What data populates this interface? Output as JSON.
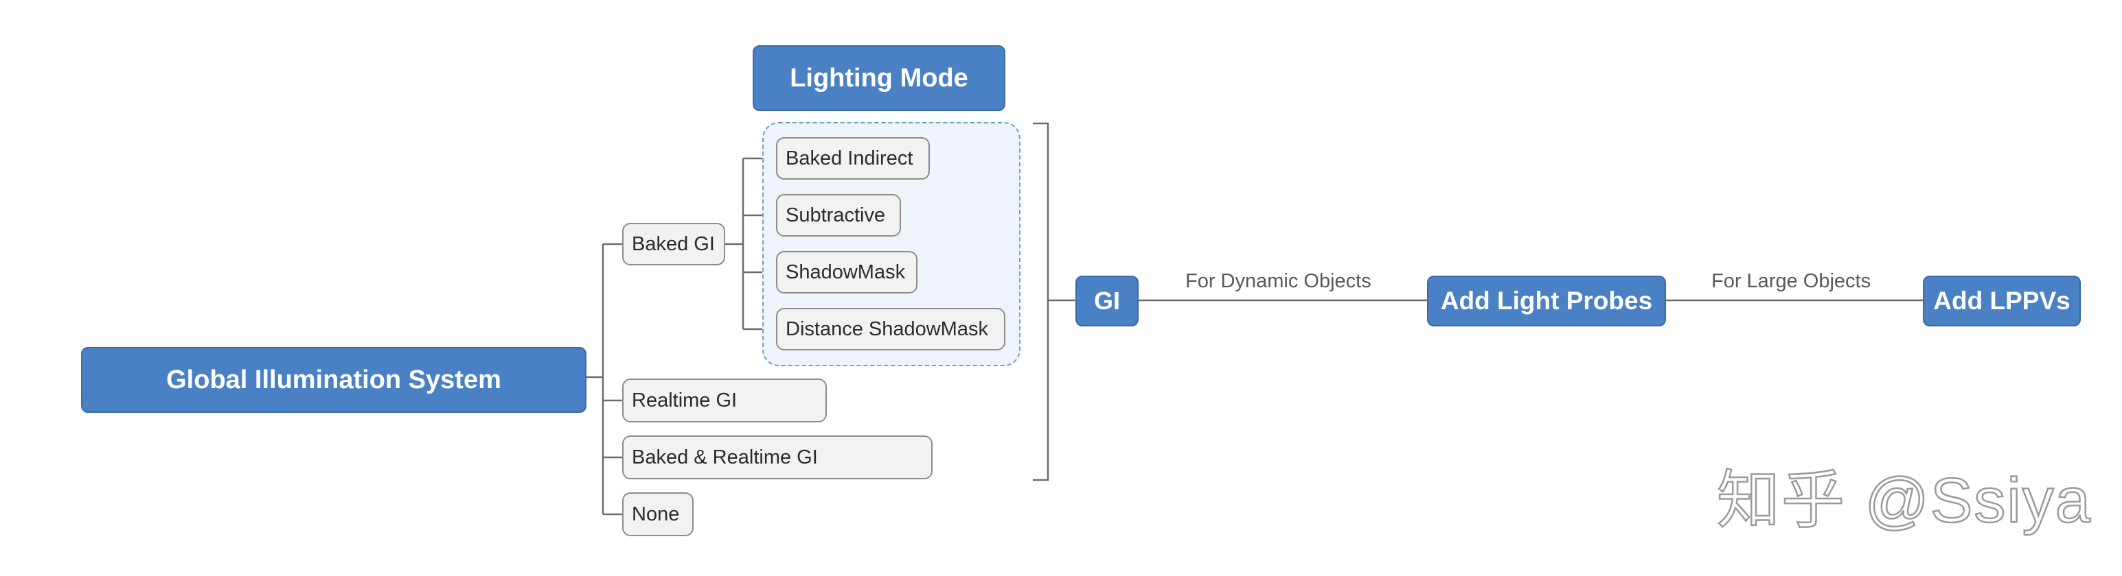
{
  "diagram": {
    "root": {
      "label": "Global Illumination System"
    },
    "title": {
      "label": "Lighting Mode"
    },
    "modes": [
      {
        "label": "Baked GI"
      },
      {
        "label": "Realtime GI"
      },
      {
        "label": "Baked & Realtime GI"
      },
      {
        "label": "None"
      }
    ],
    "baked_options": [
      {
        "label": "Baked Indirect"
      },
      {
        "label": "Subtractive"
      },
      {
        "label": "ShadowMask"
      },
      {
        "label": "Distance ShadowMask"
      }
    ],
    "gi": {
      "label": "GI"
    },
    "probes": {
      "label": "Add Light Probes"
    },
    "lppv": {
      "label": "Add LPPVs"
    },
    "edge_labels": {
      "dynamic": "For Dynamic Objects",
      "large": "For Large Objects"
    },
    "colors": {
      "node_blue": "#4a80c4",
      "node_gray": "#f2f2f2",
      "group_fill": "#eff4fa",
      "group_border": "#6a9fd0",
      "connector": "#6b6b6b"
    }
  },
  "watermark": {
    "text": "知乎 @Ssiya"
  }
}
